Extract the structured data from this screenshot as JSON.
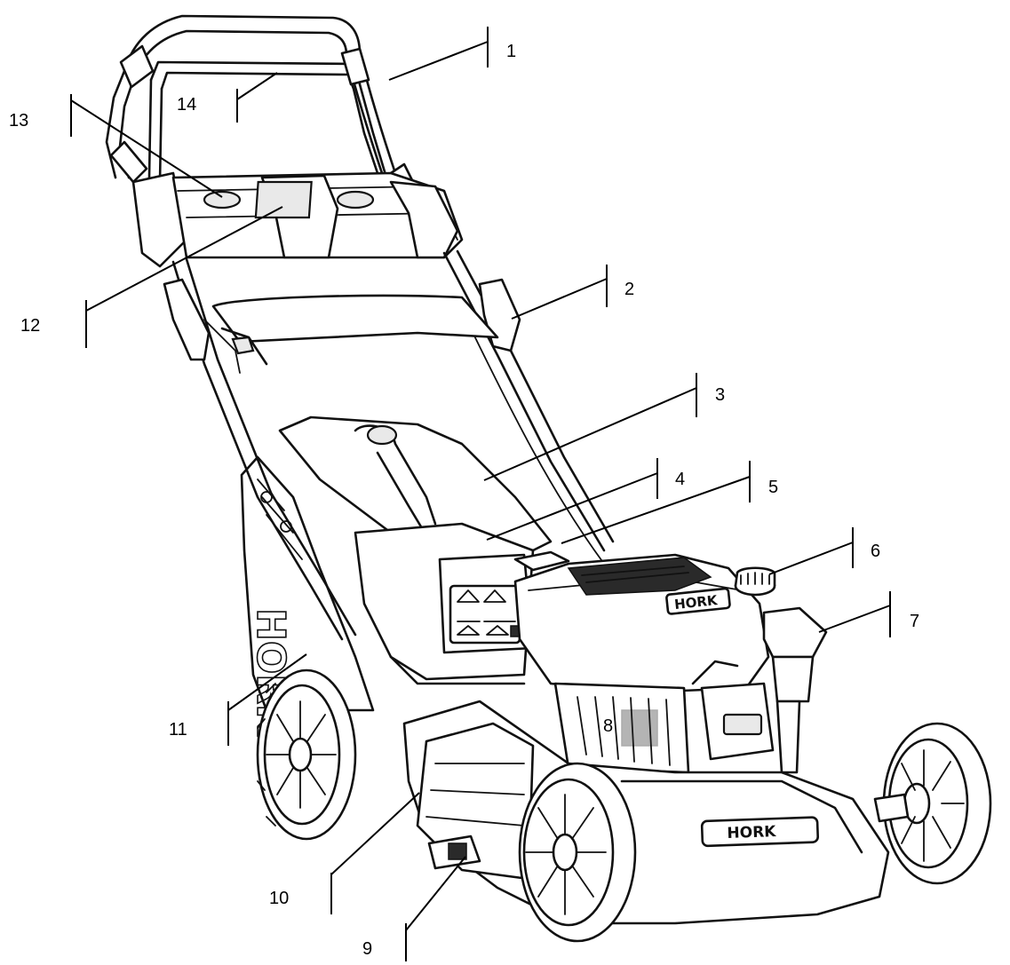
{
  "diagram": {
    "brand": "HORK",
    "callouts": [
      {
        "id": 1,
        "label": "1"
      },
      {
        "id": 2,
        "label": "2"
      },
      {
        "id": 3,
        "label": "3"
      },
      {
        "id": 4,
        "label": "4"
      },
      {
        "id": 5,
        "label": "5"
      },
      {
        "id": 6,
        "label": "6"
      },
      {
        "id": 7,
        "label": "7"
      },
      {
        "id": 8,
        "label": "8"
      },
      {
        "id": 9,
        "label": "9"
      },
      {
        "id": 10,
        "label": "10"
      },
      {
        "id": 11,
        "label": "11"
      },
      {
        "id": 12,
        "label": "12"
      },
      {
        "id": 13,
        "label": "13"
      },
      {
        "id": 14,
        "label": "14"
      }
    ]
  }
}
